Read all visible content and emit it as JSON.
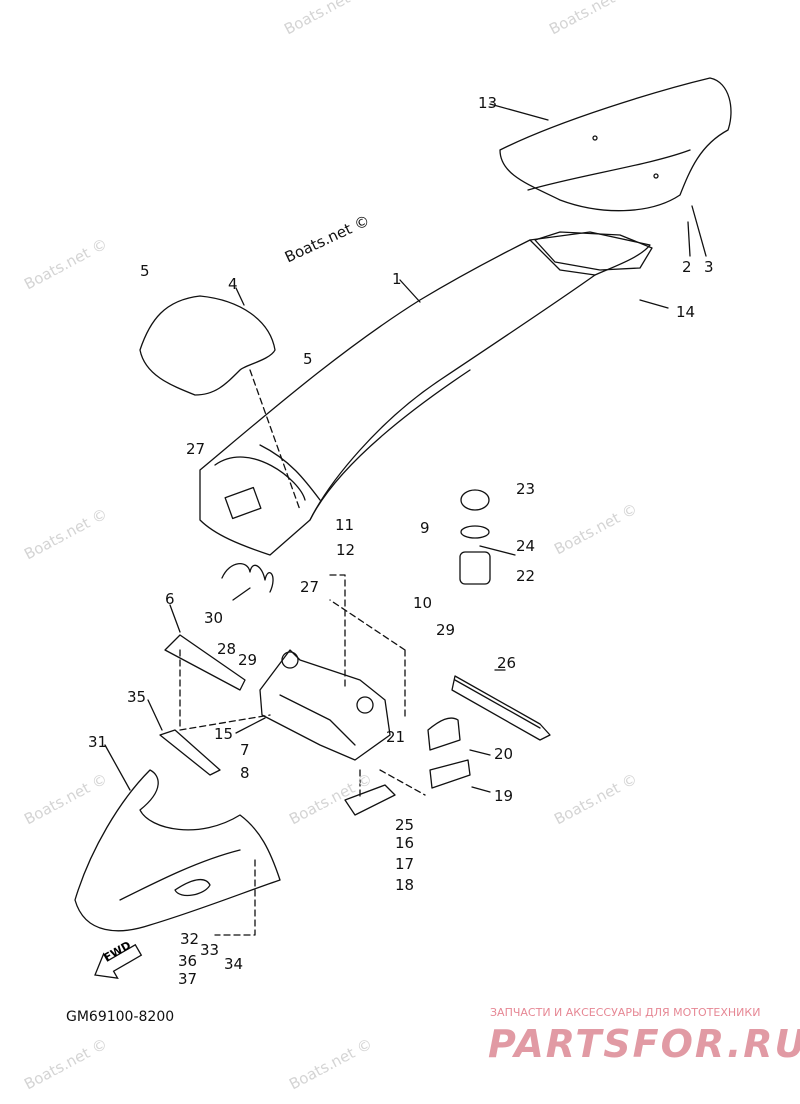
{
  "diagram_code": "GM69100-8200",
  "watermark_text": "Boats.net ©",
  "brand": {
    "tagline": "ЗАПЧАСТИ И АКСЕССУАРЫ ДЛЯ МОТОТЕХНИКИ",
    "name": "PARTSFOR.RU",
    "color": "#c9495a"
  },
  "fwd_label": "FWD",
  "callouts": [
    "1",
    "2",
    "3",
    "4",
    "5",
    "5",
    "6",
    "7",
    "8",
    "9",
    "10",
    "11",
    "12",
    "13",
    "14",
    "15",
    "16",
    "17",
    "18",
    "19",
    "20",
    "21",
    "22",
    "23",
    "24",
    "25",
    "26",
    "27",
    "27",
    "28",
    "29",
    "29",
    "30",
    "31",
    "32",
    "33",
    "34",
    "35",
    "36",
    "37"
  ]
}
